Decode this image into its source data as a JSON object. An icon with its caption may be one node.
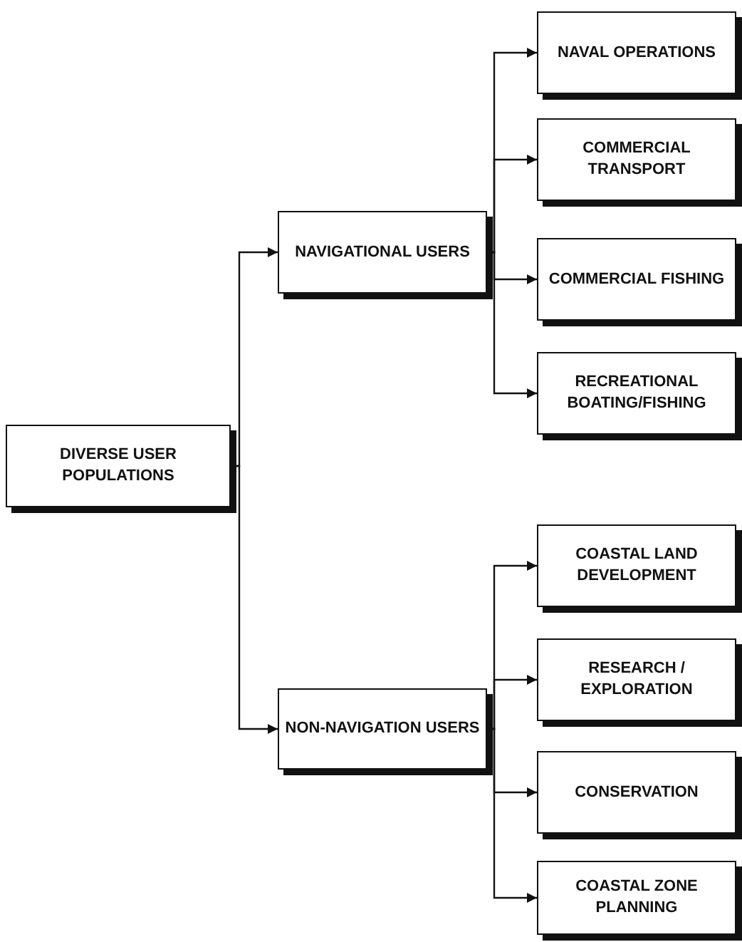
{
  "diagram": {
    "nodes": [
      {
        "text": [
          "DIVERSE USER POPULATIONS"
        ]
      },
      {
        "text": [
          "NAVIGATIONAL USERS"
        ]
      },
      {
        "text": [
          "NAVAL OPERATIONS"
        ]
      },
      {
        "text": [
          "COMMERCIAL TRANSPORT"
        ]
      },
      {
        "text": [
          "COMMERCIAL FISHING"
        ]
      },
      {
        "text": [
          "RECREATIONAL BOATING/FISHING"
        ]
      },
      {
        "text": [
          "NON-NAVIGATION USERS"
        ]
      },
      {
        "text": [
          "COASTAL LAND DEVELOPMENT"
        ]
      },
      {
        "text": [
          "RESEARCH / EXPLORATION"
        ]
      },
      {
        "text": [
          "CONSERVATION"
        ]
      },
      {
        "text": [
          "COASTAL ZONE PLANNING"
        ]
      }
    ],
    "edges": [
      {
        "from": 0,
        "to": 1,
        "arrow": "to"
      },
      {
        "from": 0,
        "to": 6,
        "arrow": "to"
      },
      {
        "from": 1,
        "to": 2,
        "arrow": "to"
      },
      {
        "from": 1,
        "to": 3,
        "arrow": "to"
      },
      {
        "from": 1,
        "to": 4,
        "arrow": "to"
      },
      {
        "from": 1,
        "to": 5,
        "arrow": "to"
      },
      {
        "from": 6,
        "to": 7,
        "arrow": "to"
      },
      {
        "from": 6,
        "to": 8,
        "arrow": "to"
      },
      {
        "from": 6,
        "to": 9,
        "arrow": "to"
      },
      {
        "from": 6,
        "to": 10,
        "arrow": "to"
      }
    ]
  }
}
